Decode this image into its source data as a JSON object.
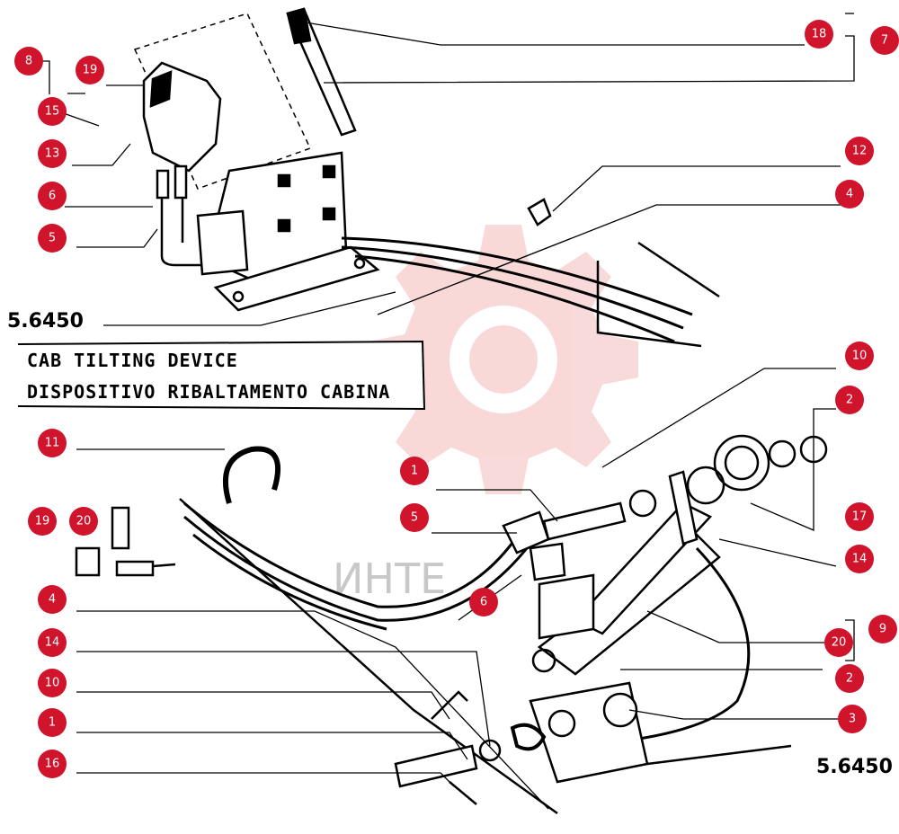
{
  "diagram": {
    "title_en": "CAB TILTING DEVICE",
    "title_it": "DISPOSITIVO RIBALTAMENTO CABINA",
    "ref_top": "5.6450",
    "ref_bottom": "5.6450",
    "watermark": "ИНТЕ",
    "callout_color": "#d0142c",
    "callouts": [
      {
        "id": "c8",
        "label": "8"
      },
      {
        "id": "c19a",
        "label": "19"
      },
      {
        "id": "c15",
        "label": "15"
      },
      {
        "id": "c13",
        "label": "13"
      },
      {
        "id": "c6a",
        "label": "6"
      },
      {
        "id": "c5a",
        "label": "5"
      },
      {
        "id": "c18",
        "label": "18"
      },
      {
        "id": "c7",
        "label": "7"
      },
      {
        "id": "c12",
        "label": "12"
      },
      {
        "id": "c4a",
        "label": "4"
      },
      {
        "id": "c10a",
        "label": "10"
      },
      {
        "id": "c2a",
        "label": "2"
      },
      {
        "id": "c11",
        "label": "11"
      },
      {
        "id": "c1a",
        "label": "1"
      },
      {
        "id": "c5b",
        "label": "5"
      },
      {
        "id": "c17",
        "label": "17"
      },
      {
        "id": "c19b",
        "label": "19"
      },
      {
        "id": "c20a",
        "label": "20"
      },
      {
        "id": "c14a",
        "label": "14"
      },
      {
        "id": "c4b",
        "label": "4"
      },
      {
        "id": "c6b",
        "label": "6"
      },
      {
        "id": "c14b",
        "label": "14"
      },
      {
        "id": "c9",
        "label": "9"
      },
      {
        "id": "c20b",
        "label": "20"
      },
      {
        "id": "c10b",
        "label": "10"
      },
      {
        "id": "c2b",
        "label": "2"
      },
      {
        "id": "c1b",
        "label": "1"
      },
      {
        "id": "c3",
        "label": "3"
      },
      {
        "id": "c16",
        "label": "16"
      }
    ]
  }
}
